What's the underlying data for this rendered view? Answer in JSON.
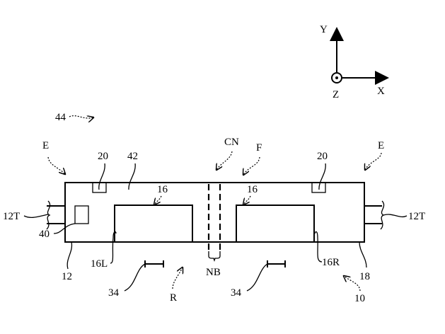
{
  "figure": {
    "axes": {
      "y_label": "Y",
      "x_label": "X",
      "z_label": "Z"
    },
    "labels": {
      "assembly": "44",
      "end_left": "E",
      "end_right": "E",
      "sensor_left": "20",
      "sensor_right": "20",
      "body_top": "42",
      "channel": "CN",
      "face": "F",
      "pocket_left": "16",
      "pocket_right": "16",
      "tube_left": "12T",
      "tube_right": "12T",
      "module": "40",
      "body_left": "12",
      "pocket_left_wall": "16L",
      "pocket_right_wall": "16R",
      "body_right": "18",
      "bore": "NB",
      "scale_left": "34",
      "scale_right": "34",
      "rear": "R",
      "device": "10"
    }
  }
}
